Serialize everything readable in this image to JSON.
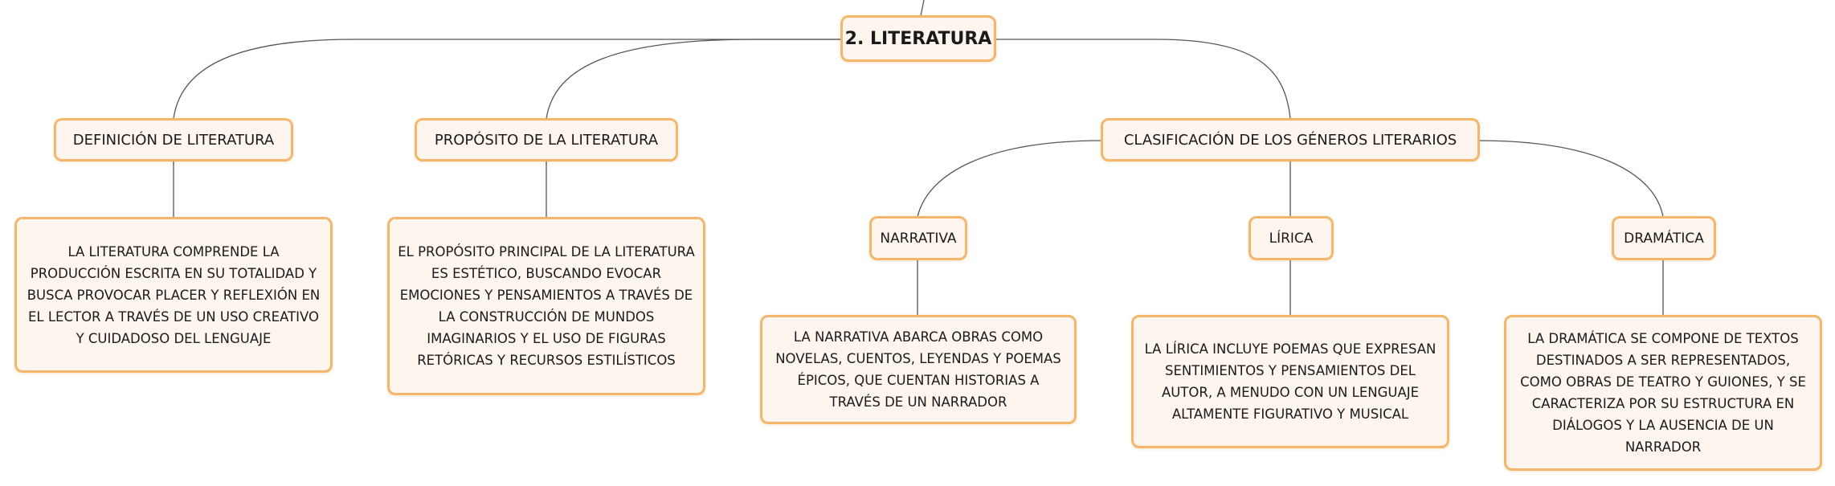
{
  "root": {
    "label": "2. LITERATURA"
  },
  "topics": {
    "definition": {
      "label": "DEFINICIÓN DE LITERATURA",
      "text": "LA LITERATURA COMPRENDE LA PRODUCCIÓN ESCRITA EN SU TOTALIDAD Y BUSCA PROVOCAR PLACER Y REFLEXIÓN EN EL LECTOR A TRAVÉS DE UN USO CREATIVO Y CUIDADOSO DEL LENGUAJE"
    },
    "purpose": {
      "label": "PROPÓSITO DE LA LITERATURA",
      "text": "EL PROPÓSITO PRINCIPAL DE LA LITERATURA ES ESTÉTICO, BUSCANDO EVOCAR EMOCIONES Y PENSAMIENTOS A TRAVÉS DE LA CONSTRUCCIÓN DE MUNDOS IMAGINARIOS Y EL USO DE FIGURAS RETÓRICAS Y RECURSOS ESTILÍSTICOS"
    },
    "classification": {
      "label": "CLASIFICACIÓN DE LOS GÉNEROS LITERARIOS",
      "genres": {
        "narrative": {
          "label": "NARRATIVA",
          "text": "LA NARRATIVA ABARCA OBRAS COMO NOVELAS, CUENTOS, LEYENDAS Y POEMAS ÉPICOS, QUE CUENTAN HISTORIAS A TRAVÉS DE UN NARRADOR"
        },
        "lyric": {
          "label": "LÍRICA",
          "text": "LA LÍRICA INCLUYE POEMAS QUE EXPRESAN SENTIMIENTOS Y PENSAMIENTOS DEL AUTOR, A MENUDO CON UN LENGUAJE ALTAMENTE FIGURATIVO Y MUSICAL"
        },
        "dramatic": {
          "label": "DRAMÁTICA",
          "text": "LA DRAMÁTICA SE COMPONE DE TEXTOS DESTINADOS A SER REPRESENTADOS, COMO OBRAS DE TEATRO Y GUIONES, Y SE CARACTERIZA POR SU ESTRUCTURA EN DIÁLOGOS Y LA AUSENCIA DE UN NARRADOR"
        }
      }
    }
  },
  "colors": {
    "node_border": "#f4b66a",
    "node_fill": "#fef6ee",
    "connector": "#555555",
    "text": "#1a1a1a"
  }
}
